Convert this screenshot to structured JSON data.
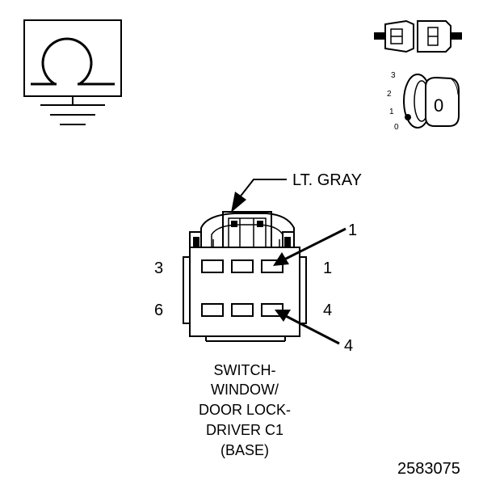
{
  "connector": {
    "color_label": "LT. GRAY",
    "callout_top": "1",
    "callout_bottom": "4",
    "cavity_labels": {
      "top_left": "3",
      "top_right": "1",
      "bottom_left": "6",
      "bottom_right": "4"
    }
  },
  "caption": {
    "line1": "SWITCH-",
    "line2": "WINDOW/",
    "line3": "DOOR LOCK-",
    "line4": "DRIVER C1",
    "line5": "(BASE)"
  },
  "ignition": {
    "positions": [
      "3",
      "2",
      "1",
      "0"
    ],
    "key_label": "0"
  },
  "figure_number": "2583075",
  "icons": {
    "ground_symbol": "ground-ohm-icon",
    "inline_connector": "inline-connector-icon",
    "ignition_key": "ignition-key-icon"
  }
}
